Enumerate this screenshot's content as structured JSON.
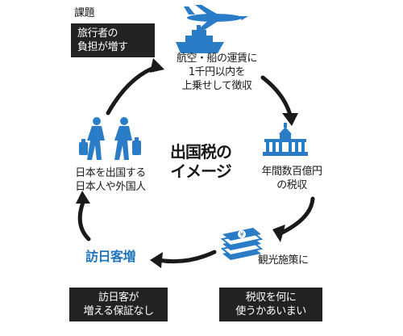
{
  "theme": {
    "blue": "#2a7cc7",
    "dark": "#222222",
    "arrow": "#1a1a1a"
  },
  "labels": {
    "kadai": "課題",
    "burden": [
      "旅行者の",
      "負担が増す"
    ],
    "fare": [
      "航空・船の運賃に",
      "1千円以内を",
      "上乗せして徴収"
    ],
    "center": [
      "出国税の",
      "イメージ"
    ],
    "revenue": [
      "年間数百億円",
      "の税収"
    ],
    "travelers": [
      "日本を出国する",
      "日本人や外国人"
    ],
    "tourism": "観光施策に",
    "visitors_up": "訪日客増",
    "no_guarantee": [
      "訪日客が",
      "増える保証なし"
    ],
    "unclear": [
      "税収を何に",
      "使うかあいまい"
    ]
  },
  "icons": [
    "airplane-icon",
    "ship-icon",
    "government-building-icon",
    "money-stack-icon",
    "travelers-icon"
  ]
}
